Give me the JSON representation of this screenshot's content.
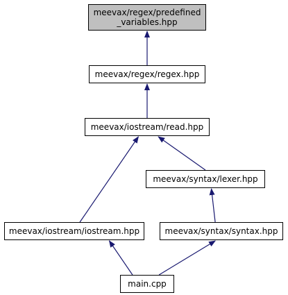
{
  "graph": {
    "edge_color": "#191970",
    "current_fill": "#bfbfbf",
    "nodes": {
      "predefined": {
        "line1": "meevax/regex/predefined",
        "line2": "_variables.hpp"
      },
      "regex": {
        "label": "meevax/regex/regex.hpp"
      },
      "read": {
        "label": "meevax/iostream/read.hpp"
      },
      "lexer": {
        "label": "meevax/syntax/lexer.hpp"
      },
      "iostream": {
        "label": "meevax/iostream/iostream.hpp"
      },
      "syntax": {
        "label": "meevax/syntax/syntax.hpp"
      },
      "main": {
        "label": "main.cpp"
      }
    },
    "edges": [
      {
        "from": "regex",
        "to": "predefined"
      },
      {
        "from": "read",
        "to": "regex"
      },
      {
        "from": "iostream",
        "to": "read"
      },
      {
        "from": "lexer",
        "to": "read"
      },
      {
        "from": "syntax",
        "to": "lexer"
      },
      {
        "from": "main",
        "to": "iostream"
      },
      {
        "from": "main",
        "to": "syntax"
      }
    ]
  }
}
